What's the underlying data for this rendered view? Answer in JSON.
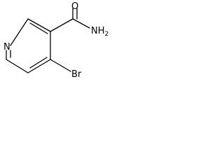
{
  "molecule": {
    "atoms": {
      "ring_nitrogen": "N",
      "carbonyl_oxygen": "O",
      "amide_nitrogen": "NH",
      "amide_h_count": "2",
      "bromine": "Br"
    },
    "colors": {
      "bond": "#000000",
      "label": "#000000",
      "background": "#ffffff"
    }
  }
}
